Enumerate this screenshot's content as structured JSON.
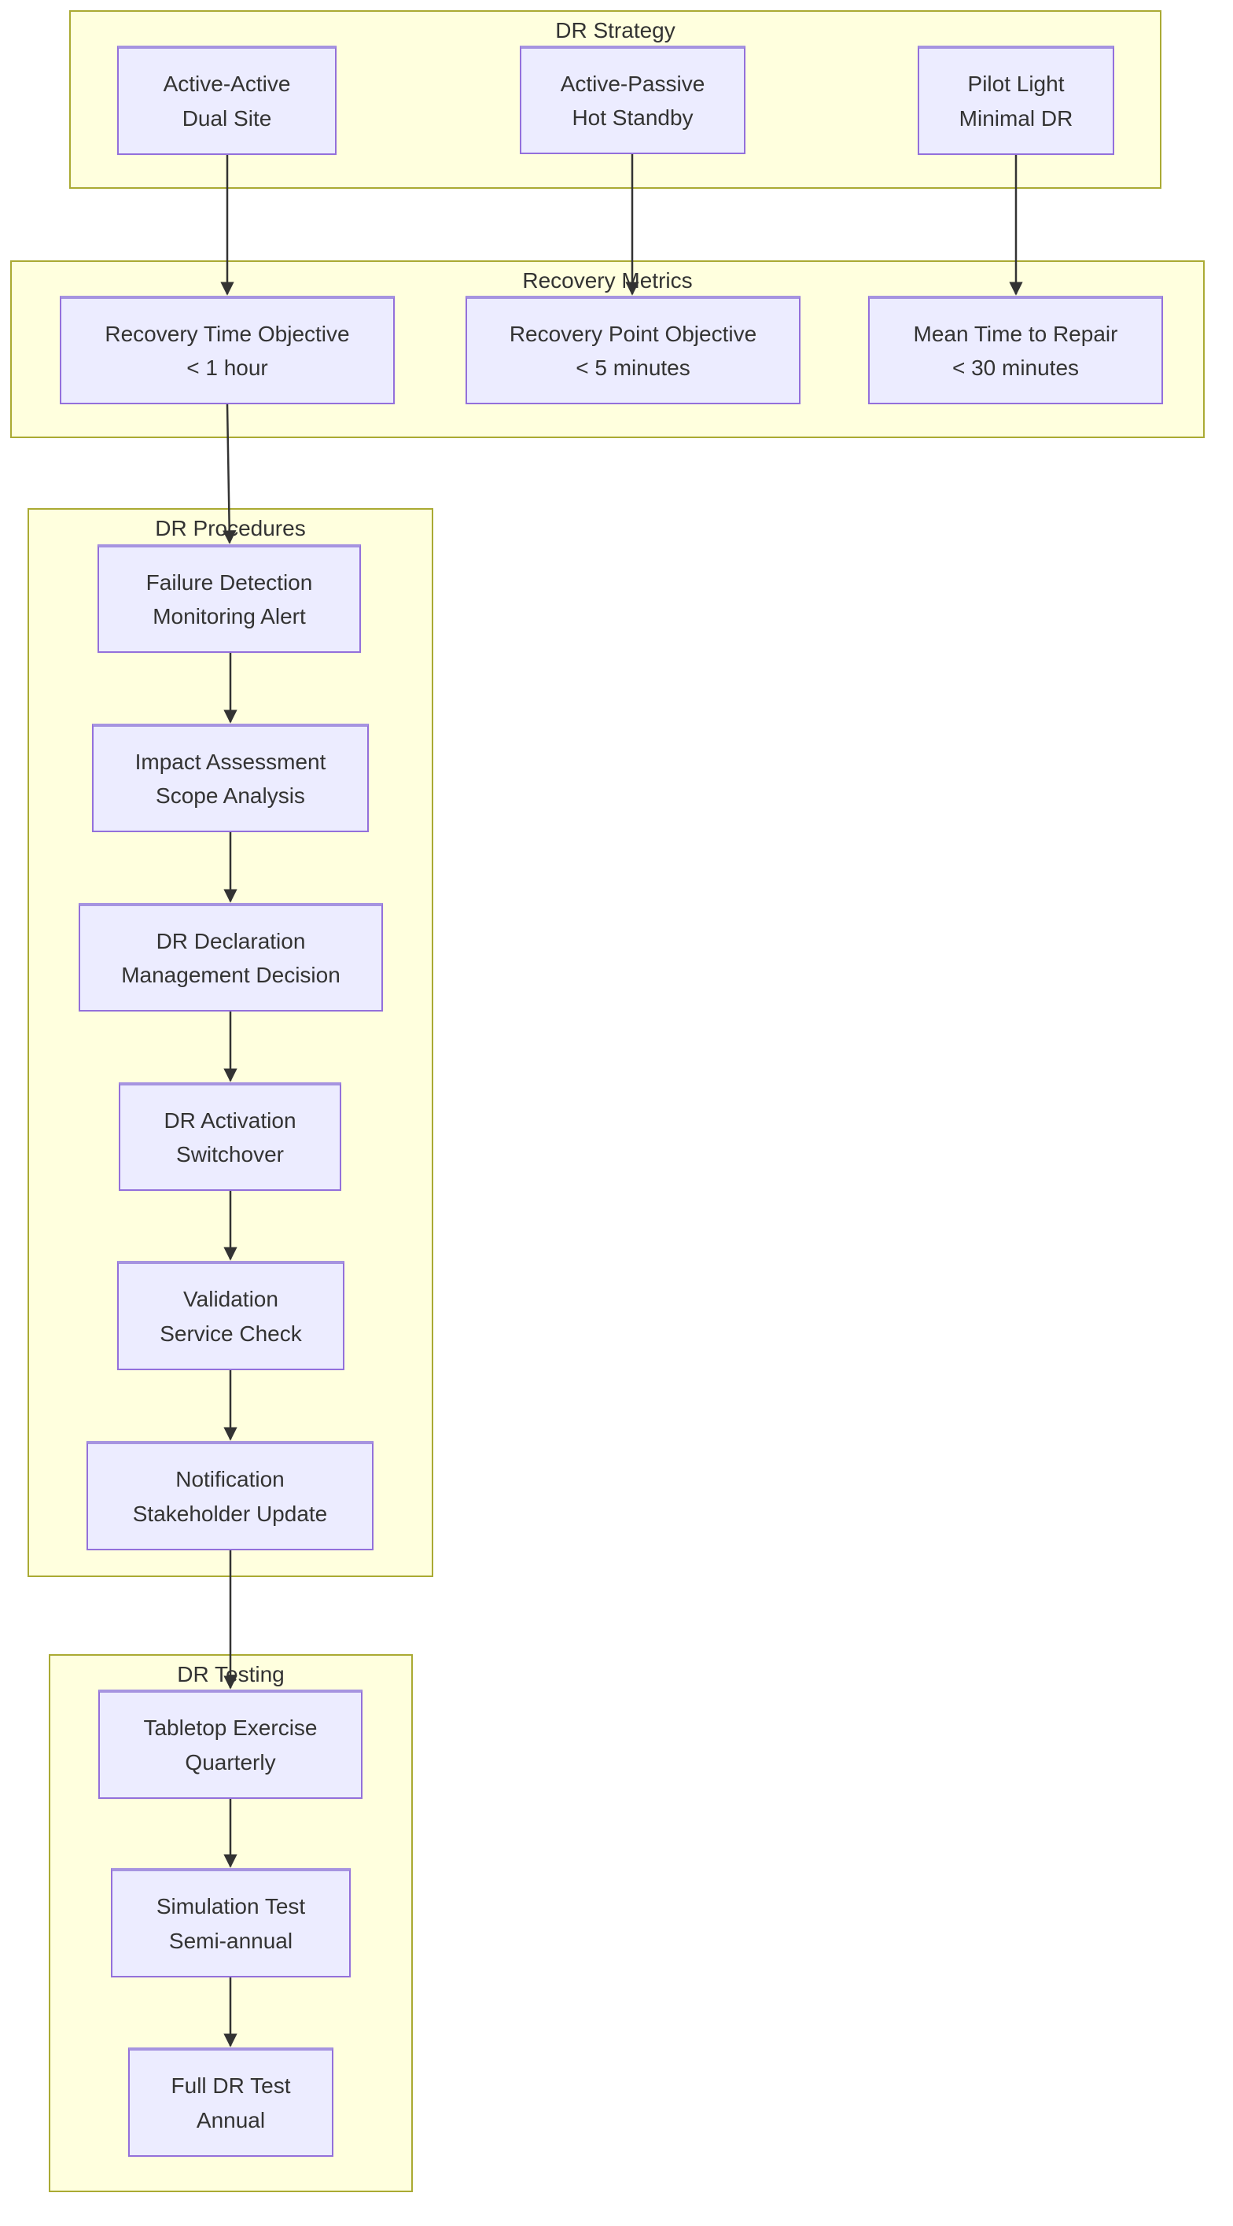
{
  "colors": {
    "page_bg": "#ffffff",
    "cluster_fill": "#ffffde",
    "cluster_border": "#aaaa33",
    "node_fill": "#ececff",
    "node_border": "#9370db",
    "node_border_top": "#a694e0",
    "edge": "#333333",
    "text": "#333333"
  },
  "clusters": {
    "strategy": {
      "title": "DR Strategy"
    },
    "metrics": {
      "title": "Recovery Metrics"
    },
    "procedures": {
      "title": "DR Procedures"
    },
    "testing": {
      "title": "DR Testing"
    }
  },
  "nodes": {
    "active_active": {
      "line1": "Active-Active",
      "line2": "Dual Site"
    },
    "active_passive": {
      "line1": "Active-Passive",
      "line2": "Hot Standby"
    },
    "pilot_light": {
      "line1": "Pilot Light",
      "line2": "Minimal DR"
    },
    "rto": {
      "line1": "Recovery Time Objective",
      "line2": "< 1 hour"
    },
    "rpo": {
      "line1": "Recovery Point Objective",
      "line2": "< 5 minutes"
    },
    "mttr": {
      "line1": "Mean Time to Repair",
      "line2": "< 30 minutes"
    },
    "failure_detection": {
      "line1": "Failure Detection",
      "line2": "Monitoring Alert"
    },
    "impact_assessment": {
      "line1": "Impact Assessment",
      "line2": "Scope Analysis"
    },
    "dr_declaration": {
      "line1": "DR Declaration",
      "line2": "Management Decision"
    },
    "dr_activation": {
      "line1": "DR Activation",
      "line2": "Switchover"
    },
    "validation": {
      "line1": "Validation",
      "line2": "Service Check"
    },
    "notification": {
      "line1": "Notification",
      "line2": "Stakeholder Update"
    },
    "tabletop_exercise": {
      "line1": "Tabletop Exercise",
      "line2": "Quarterly"
    },
    "simulation_test": {
      "line1": "Simulation Test",
      "line2": "Semi-annual"
    },
    "full_dr_test": {
      "line1": "Full DR Test",
      "line2": "Annual"
    }
  },
  "edges": [
    {
      "from": "active_active",
      "to": "rto"
    },
    {
      "from": "active_passive",
      "to": "rpo"
    },
    {
      "from": "pilot_light",
      "to": "mttr"
    },
    {
      "from": "rto",
      "to": "failure_detection"
    },
    {
      "from": "failure_detection",
      "to": "impact_assessment"
    },
    {
      "from": "impact_assessment",
      "to": "dr_declaration"
    },
    {
      "from": "dr_declaration",
      "to": "dr_activation"
    },
    {
      "from": "dr_activation",
      "to": "validation"
    },
    {
      "from": "validation",
      "to": "notification"
    },
    {
      "from": "notification",
      "to": "tabletop_exercise"
    },
    {
      "from": "tabletop_exercise",
      "to": "simulation_test"
    },
    {
      "from": "simulation_test",
      "to": "full_dr_test"
    }
  ]
}
